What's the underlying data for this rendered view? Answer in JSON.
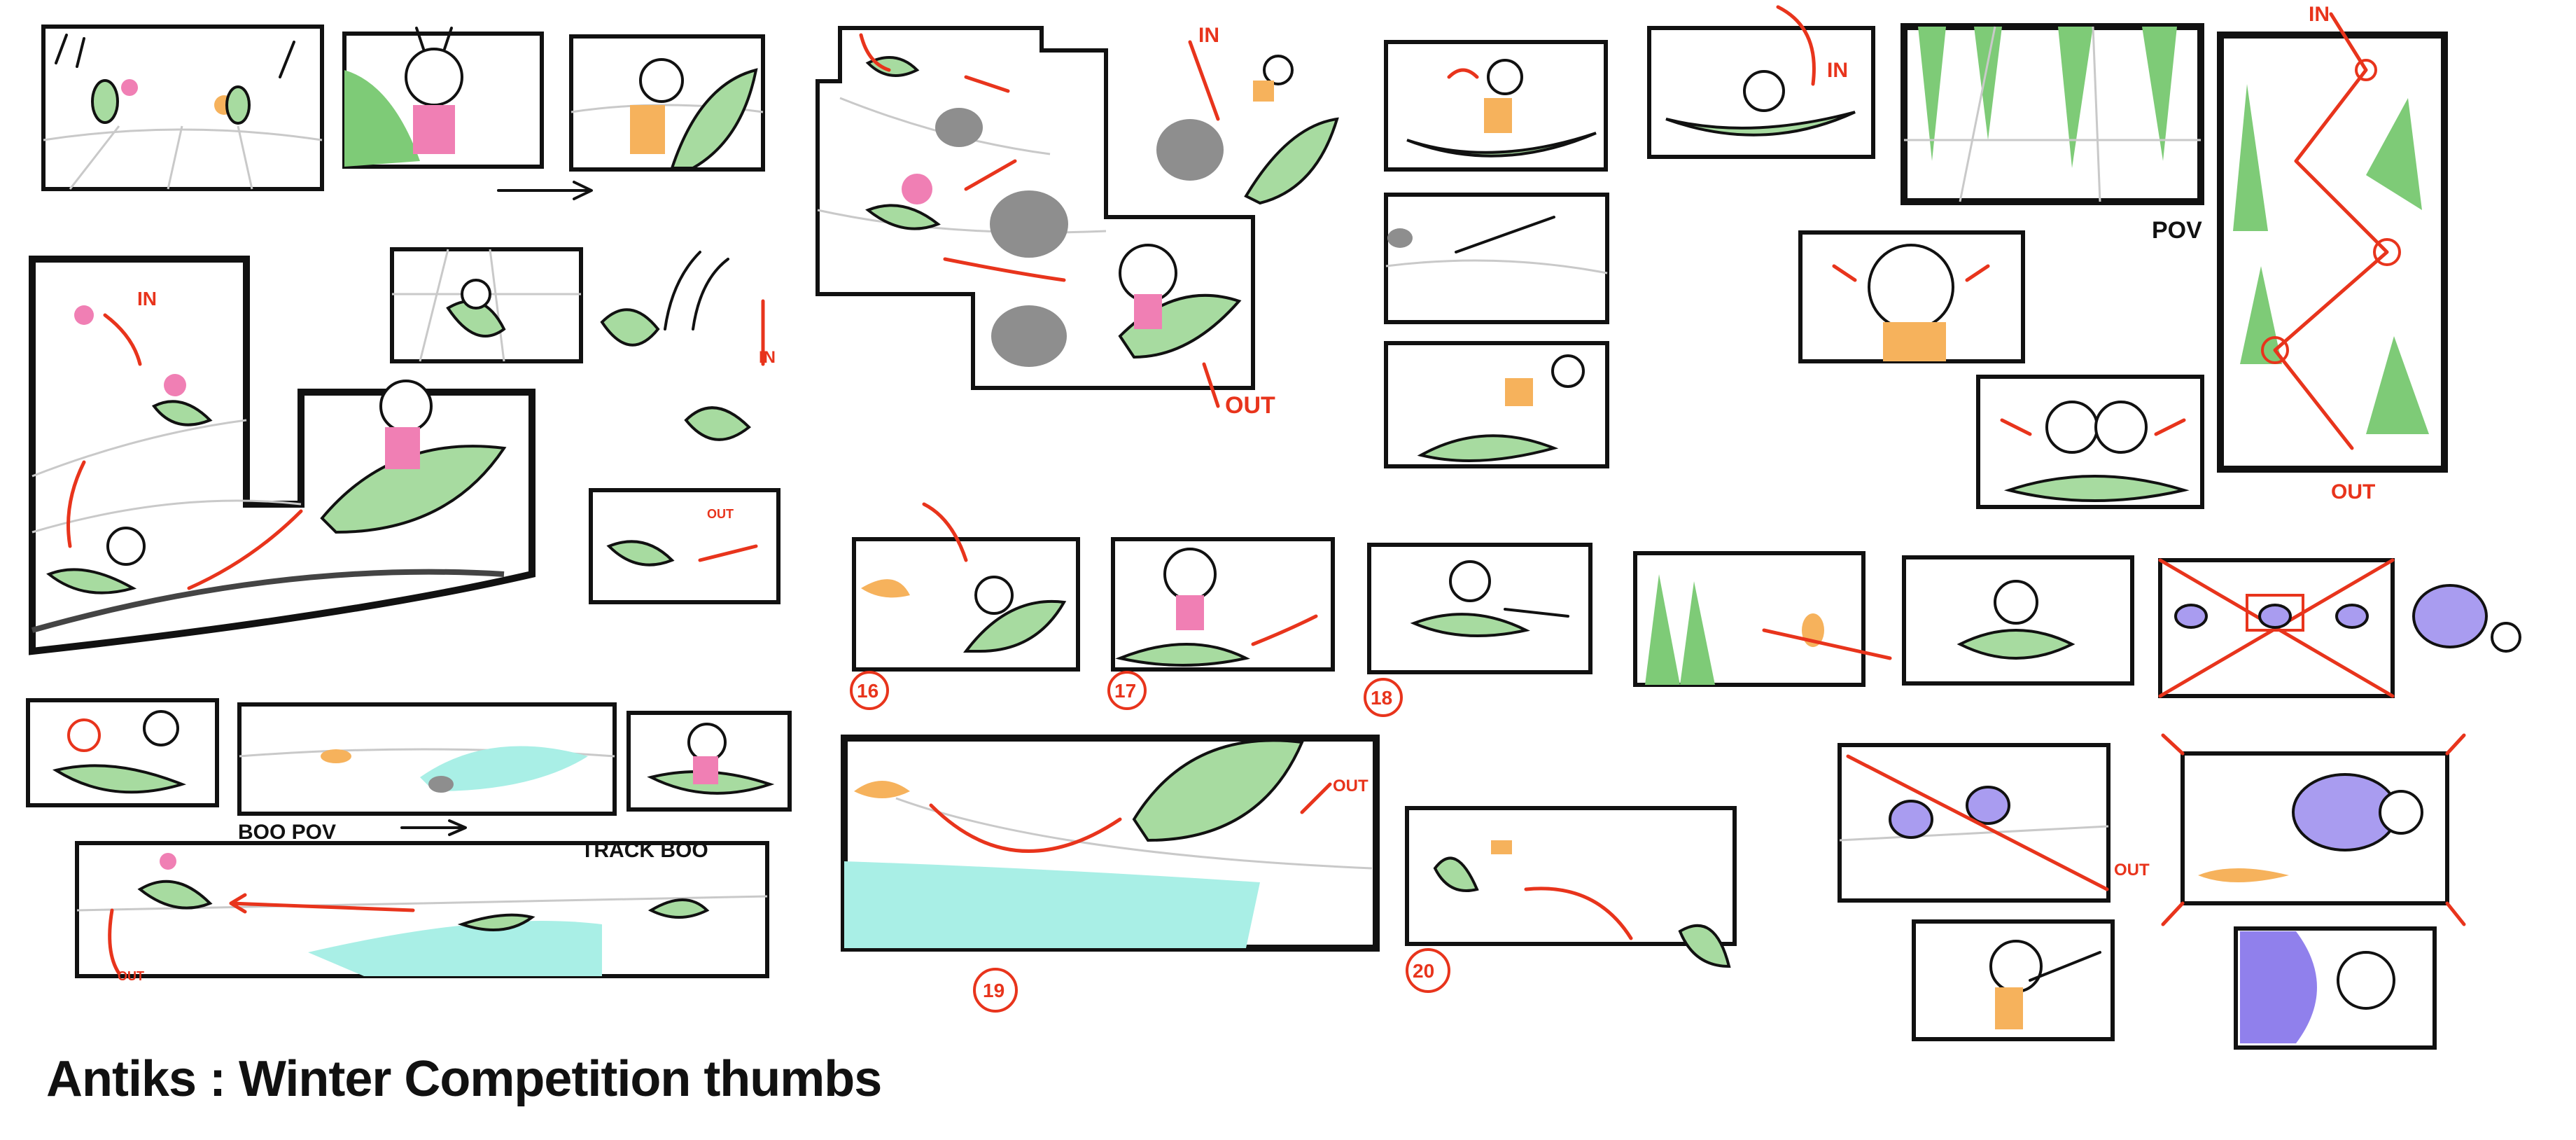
{
  "title": "Antiks : Winter Competition thumbs",
  "annotations": {
    "in_label": "IN",
    "out_label": "OUT",
    "out_small": "OUT",
    "pov_label": "POV",
    "boo_pov": "BOO POV",
    "track_boo": "TRACK BOO"
  },
  "panel_numbers": [
    "16",
    "17",
    "18",
    "19",
    "20"
  ],
  "colors": {
    "accent_red": "#e8341c",
    "leaf_green": "#a7dba0",
    "ant_pink": "#f07fb4",
    "ant_orange": "#f6b25c",
    "bug_purple": "#a99cf0",
    "water_cyan": "#a9efe6",
    "rock_gray": "#8e8e8e"
  }
}
